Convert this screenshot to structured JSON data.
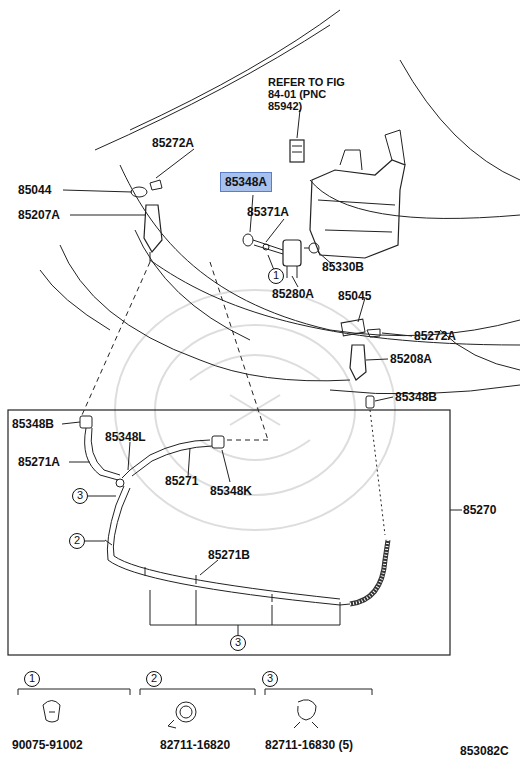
{
  "diagram": {
    "nodes": [
      {
        "text": [
          "85348A"
        ]
      },
      {
        "text": [
          "1"
        ]
      },
      {
        "text": [
          "3"
        ]
      },
      {
        "text": [
          "2"
        ]
      },
      {
        "text": [
          "3"
        ]
      },
      {
        "text": [
          "1"
        ]
      },
      {
        "text": [
          "2"
        ]
      },
      {
        "text": [
          "3"
        ]
      }
    ],
    "labels": [
      "REFER TO FIG 84-01 (PNC 85942)",
      "85272A",
      "85044",
      "85207A",
      "85371A",
      "85330B",
      "85280A",
      "85045",
      "85272A",
      "85208A",
      "85348B",
      "85348B",
      "85348L",
      "85271A",
      "85271",
      "85348K",
      "85270",
      "85271B",
      "90075-91002",
      "82711-16820",
      "82711-16830 (5)",
      "853082C"
    ]
  }
}
